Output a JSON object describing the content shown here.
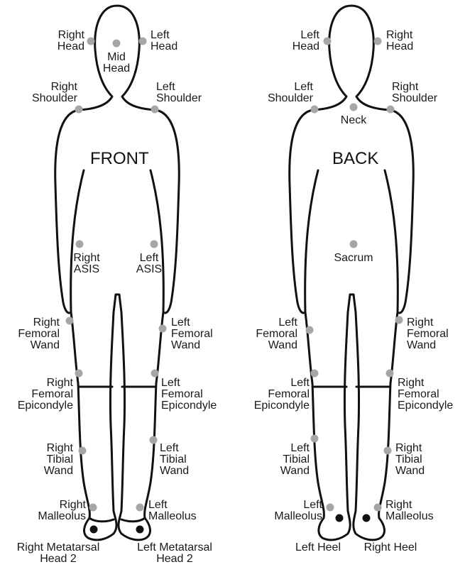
{
  "front": {
    "title": "FRONT",
    "labels": {
      "right_head": "Right\nHead",
      "mid_head": "Mid\nHead",
      "left_head": "Left\nHead",
      "right_shoulder": "Right\nShoulder",
      "left_shoulder": "Left\nShoulder",
      "right_asis": "Right\nASIS",
      "left_asis": "Left\nASIS",
      "right_femoral_wand": "Right\nFemoral\nWand",
      "left_femoral_wand": "Left\nFemoral\nWand",
      "right_femoral_epicondyle": "Right\nFemoral\nEpicondyle",
      "left_femoral_epicondyle": "Left\nFemoral\nEpicondyle",
      "right_tibial_wand": "Right\nTibial\nWand",
      "left_tibial_wand": "Left\nTibial\nWand",
      "right_malleolus": "Right\nMalleolus",
      "left_malleolus": "Left\nMalleolus",
      "right_metatarsal": "Right Metatarsal\nHead 2",
      "left_metatarsal": "Left Metatarsal\nHead 2"
    }
  },
  "back": {
    "title": "BACK",
    "labels": {
      "left_head": "Left\nHead",
      "right_head": "Right\nHead",
      "left_shoulder": "Left\nShoulder",
      "right_shoulder": "Right\nShoulder",
      "neck": "Neck",
      "sacrum": "Sacrum",
      "left_femoral_wand": "Left\nFemoral\nWand",
      "right_femoral_wand": "Right\nFemoral\nWand",
      "left_femoral_epicondyle": "Left\nFemoral\nEpicondyle",
      "right_femoral_epicondyle": "Right\nFemoral\nEpicondyle",
      "left_tibial_wand": "Left\nTibial\nWand",
      "right_tibial_wand": "Right\nTibial\nWand",
      "left_malleolus": "Left\nMalleolus",
      "right_malleolus": "Right\nMalleolus",
      "left_heel": "Left Heel",
      "right_heel": "Right Heel"
    }
  },
  "colors": {
    "marker": "#a6a6a6",
    "foot_marker": "#111111",
    "outline": "#111111"
  }
}
